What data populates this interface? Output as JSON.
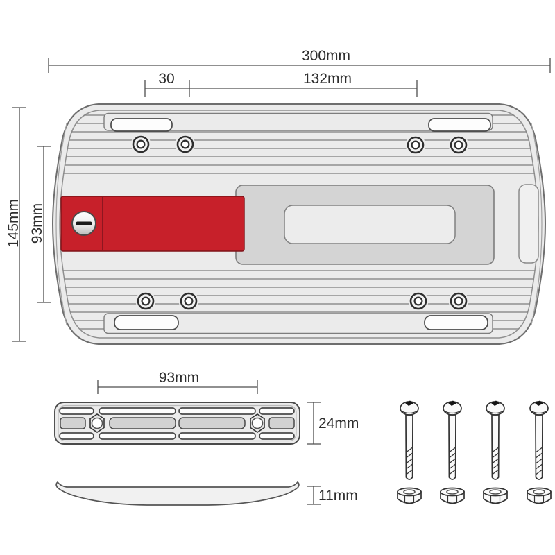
{
  "background": "#ffffff",
  "colors": {
    "accent_red": "#c7202a",
    "plate_gray": "#ebebeb",
    "channel_gray": "#d4d4d4",
    "line_dark": "#4d4d4d"
  },
  "dimensions": {
    "plate_width": "300mm",
    "hole_offset": "30",
    "hole_span": "132mm",
    "plate_height": "145mm",
    "plate_inner_height": "93mm",
    "bar_hole_span": "93mm",
    "bar_height": "24mm",
    "profile_height": "11mm"
  },
  "hardware": {
    "screw_count": 4,
    "nut_count": 4
  }
}
